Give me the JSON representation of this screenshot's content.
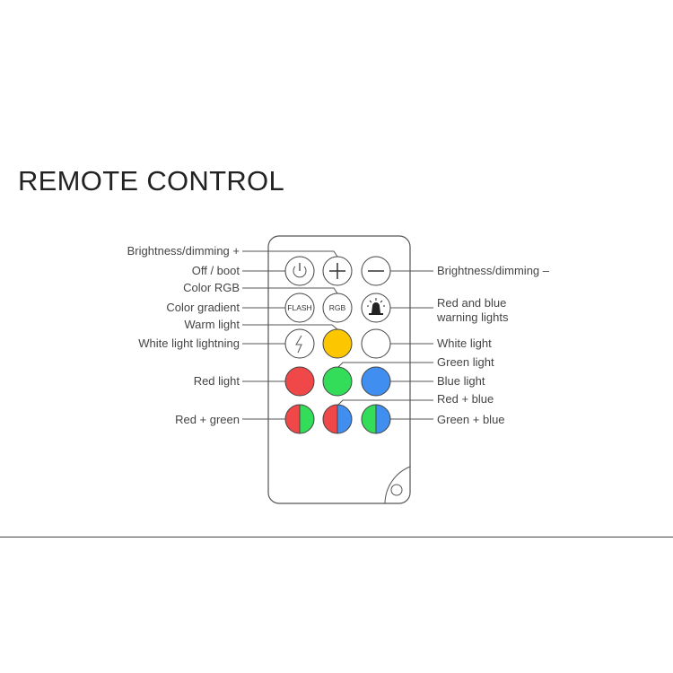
{
  "title": "REMOTE CONTROL",
  "labels": {
    "brightness_up": "Brightness/dimming +",
    "off_boot": "Off / boot",
    "color_rgb": "Color RGB",
    "color_gradient": "Color gradient",
    "warm_light": "Warm light",
    "white_lightning": "White light lightning",
    "red_light": "Red light",
    "red_green": "Red + green",
    "brightness_down": "Brightness/dimming –",
    "warning_1": "Red and blue",
    "warning_2": "warning lights",
    "white_light": "White light",
    "green_light": "Green light",
    "blue_light": "Blue light",
    "red_blue": "Red + blue",
    "green_blue": "Green + blue"
  },
  "buttons": {
    "flash": "FLASH",
    "rgb": "RGB"
  },
  "colors": {
    "red": "#f04848",
    "green": "#33dd5a",
    "blue": "#3f8ef0",
    "yellow": "#fcc600",
    "white": "#ffffff"
  }
}
